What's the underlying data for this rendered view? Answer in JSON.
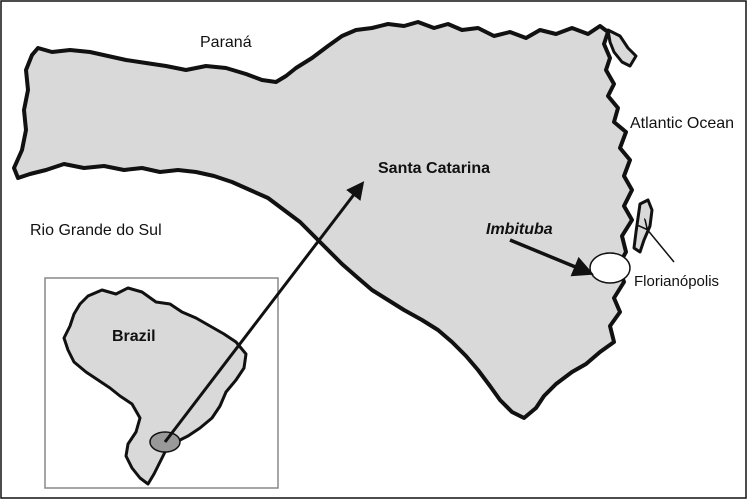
{
  "labels": {
    "parana": "Paraná",
    "rio_grande_do_sul": "Rio Grande do Sul",
    "santa_catarina": "Santa Catarina",
    "atlantic_ocean": "Atlantic Ocean",
    "imbituba": "Imbituba",
    "florianopolis": "Florianópolis",
    "brazil": "Brazil"
  },
  "colors": {
    "land_fill": "#d9d9d9",
    "outline": "#111111",
    "inset_frame": "#888888",
    "marker_fill": "#999999",
    "imbituba_marker_fill": "#ffffff"
  }
}
